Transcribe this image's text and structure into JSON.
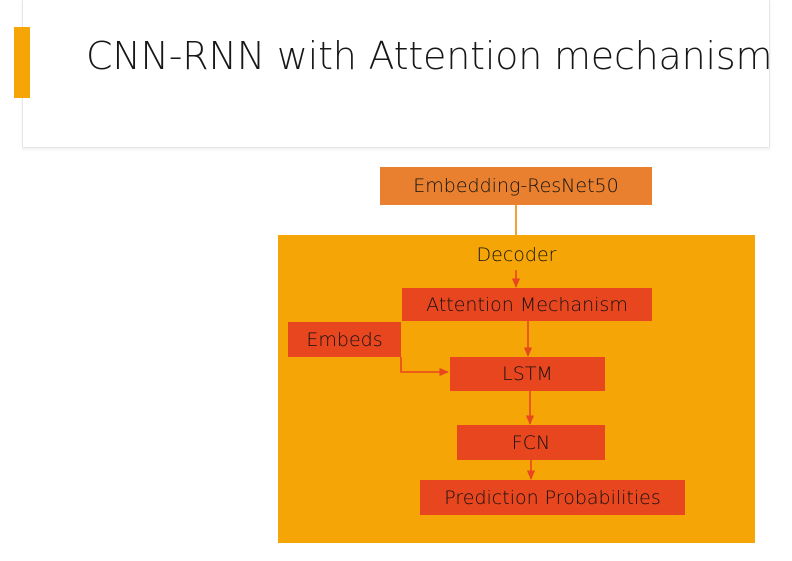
{
  "header": {
    "title": "CNN-RNN with Attention mechanism",
    "accent_color": "#F5A606",
    "background": "#ffffff",
    "border_color": "#e6e6e6"
  },
  "diagram": {
    "type": "flowchart",
    "container": {
      "label": "Decoder",
      "color": "#F5A606"
    },
    "nodes": [
      {
        "id": "embedding",
        "label": "Embedding-ResNet50",
        "color": "#E8802F"
      },
      {
        "id": "attention",
        "label": "Attention Mechanism",
        "color": "#E8461F"
      },
      {
        "id": "embeds",
        "label": "Embeds",
        "color": "#E8461F"
      },
      {
        "id": "lstm",
        "label": "LSTM",
        "color": "#E8461F"
      },
      {
        "id": "fcn",
        "label": "FCN",
        "color": "#E8461F"
      },
      {
        "id": "prediction",
        "label": "Prediction Probabilities",
        "color": "#E8461F"
      }
    ],
    "edges": [
      {
        "from": "embedding",
        "to": "decoder",
        "style": "line"
      },
      {
        "from": "decoder",
        "to": "attention",
        "style": "arrow"
      },
      {
        "from": "attention",
        "to": "lstm",
        "style": "arrow"
      },
      {
        "from": "embeds",
        "to": "lstm",
        "style": "elbow-arrow"
      },
      {
        "from": "lstm",
        "to": "fcn",
        "style": "arrow"
      },
      {
        "from": "fcn",
        "to": "prediction",
        "style": "arrow"
      }
    ],
    "arrow_color": "#E8461F",
    "line_color": "#F0A33C"
  }
}
